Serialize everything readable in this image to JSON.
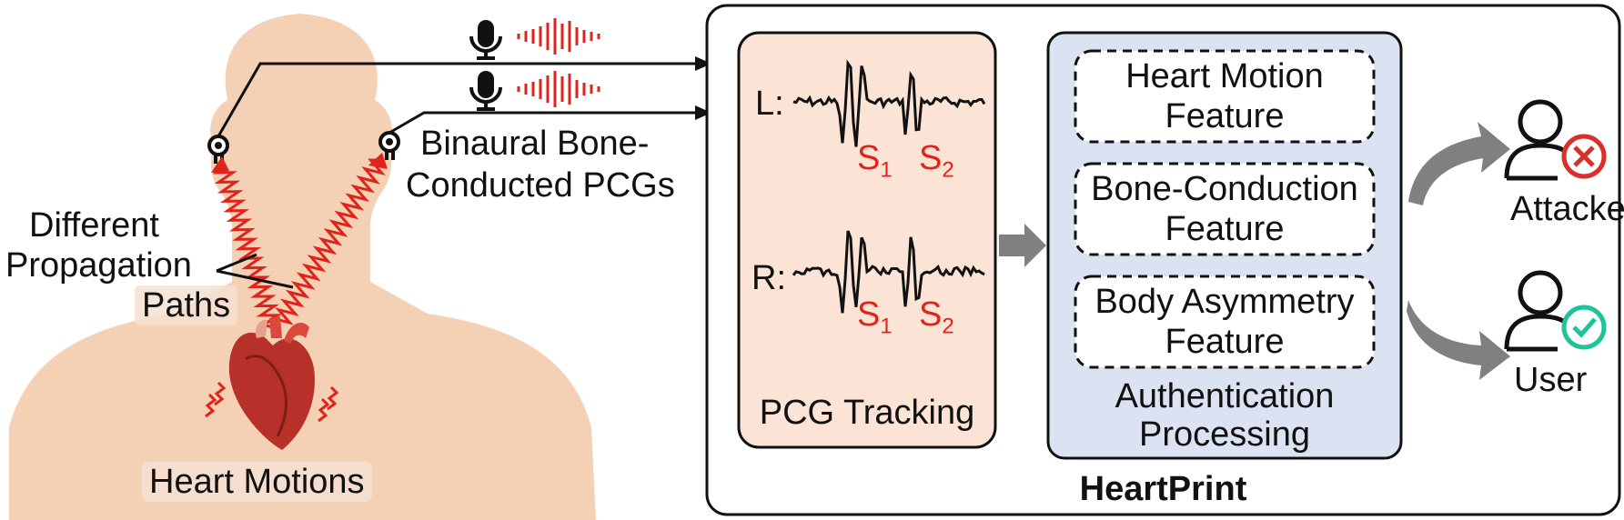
{
  "left": {
    "paths_label": [
      "Different",
      "Propagation",
      "Paths"
    ],
    "heart_label": "Heart Motions",
    "signal_label": [
      "Binaural Bone-",
      "Conducted PCGs"
    ]
  },
  "pcg": {
    "left_channel": "L:",
    "right_channel": "R:",
    "s1": "S",
    "s1_sub": "1",
    "s2": "S",
    "s2_sub": "2",
    "title": "PCG Tracking"
  },
  "auth": {
    "features": [
      [
        "Heart Motion",
        "Feature"
      ],
      [
        "Bone-Conduction",
        "Feature"
      ],
      [
        "Body Asymmetry",
        "Feature"
      ]
    ],
    "title": [
      "Authentication",
      "Processing"
    ]
  },
  "system_name": "HeartPrint",
  "outcomes": {
    "reject": "Attacker",
    "accept": "User"
  },
  "colors": {
    "skin": "#f2c9a8",
    "pcg_panel": "#fbe4d6",
    "auth_panel": "#dbe2f1",
    "signal_red": "#e0241b",
    "reject_red": "#d9302a",
    "accept_teal": "#1fc39a",
    "arrow_gray": "#808080"
  }
}
